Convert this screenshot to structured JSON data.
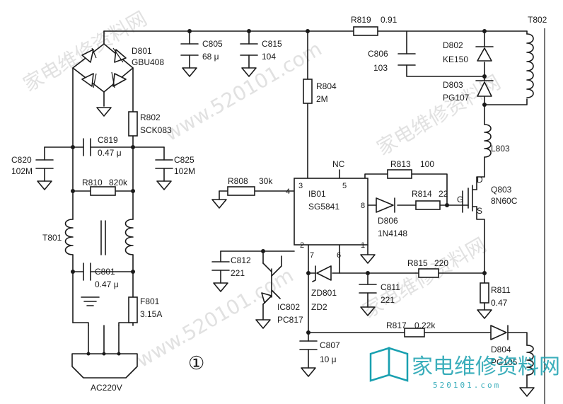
{
  "labels": {
    "d801": "D801",
    "d801_type": "GBU408",
    "c805": "C805",
    "c805_val": "68 μ",
    "c815": "C815",
    "c815_val": "104",
    "r819": "R819",
    "r819_val": "0.91",
    "t802": "T802",
    "c806": "C806",
    "c806_val": "103",
    "d802": "D802",
    "d802_type": "KE150",
    "d803": "D803",
    "d803_type": "PG107",
    "r804": "R804",
    "r804_val": "2M",
    "r802": "R802",
    "r802_val": "SCK083",
    "c819": "C819",
    "c819_val": "0.47 μ",
    "c820": "C820",
    "c820_val": "102M",
    "c825": "C825",
    "c825_val": "102M",
    "r810": "R810",
    "r810_val": "820k",
    "l803": "L803",
    "nc": "NC",
    "r813": "R813",
    "r813_val": "100",
    "r808": "R808",
    "r808_val": "30k",
    "ic_ref": "IB01",
    "ic_type": "SG5841",
    "r814": "R814",
    "r814_val": "22",
    "q803": "Q803",
    "q803_type": "8N60C",
    "pin_d": "D",
    "pin_g": "G",
    "pin_s": "S",
    "d806": "D806",
    "d806_type": "1N4148",
    "t801": "T801",
    "c812": "C812",
    "c812_val": "221",
    "c801": "C801",
    "c801_val": "0.47 μ",
    "r815": "R815",
    "r815_val": "220",
    "zd801": "ZD801",
    "zd801_type": "ZD2",
    "c811": "C811",
    "c811_val": "221",
    "f801": "F801",
    "f801_val": "3.15A",
    "r811": "R811",
    "r811_val": "0.47",
    "ic802": "IC802",
    "ic802_type": "PC817",
    "r817": "R817",
    "r817_val": "0.22k",
    "d804": "D804",
    "d804_type": "PG105",
    "c807": "C807",
    "c807_val": "10 μ",
    "ac": "AC220V",
    "figure_number": "①",
    "pins": {
      "p1": "1",
      "p2": "2",
      "p3": "3",
      "p4": "4",
      "p5": "5",
      "p6": "6",
      "p7": "7",
      "p8": "8"
    }
  },
  "watermark": {
    "site": "www.520101.com",
    "site_cn": "家电维修资料网",
    "logo_text": "家电维修资料网",
    "logo_url": "520101.com"
  },
  "colors": {
    "ink": "#1a1a1a",
    "logo": "#19a0b0",
    "watermark": "#c9c9c9"
  }
}
